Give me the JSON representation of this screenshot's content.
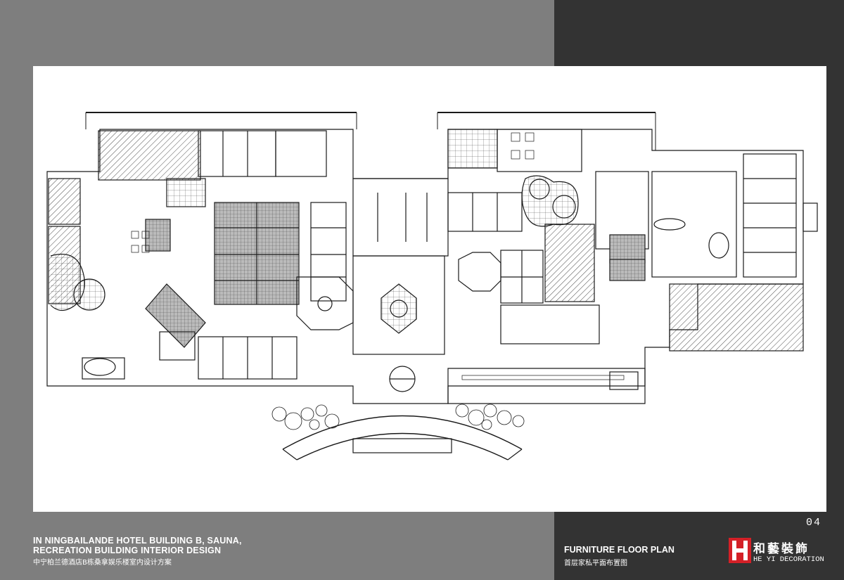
{
  "project": {
    "title_en_line1": "IN  NINGBAILANDE HOTEL BUILDING B, SAUNA,",
    "title_en_line2": "RECREATION BUILDING INTERIOR DESIGN",
    "title_cn": "中宁柏兰德酒店B栋桑拿娱乐楼室内设计方案"
  },
  "drawing": {
    "title_en": "FURNITURE FLOOR PLAN",
    "title_cn": "首层家私平面布置图",
    "page_number": "04"
  },
  "brand": {
    "name_cn": "和藝裝飾",
    "name_en": "HE YI DECORATION",
    "logo_color": "#d42027"
  },
  "colors": {
    "background_left": "#7e7e7e",
    "background_right": "#333333",
    "sheet": "#ffffff",
    "linework": "#1a1a1a"
  }
}
